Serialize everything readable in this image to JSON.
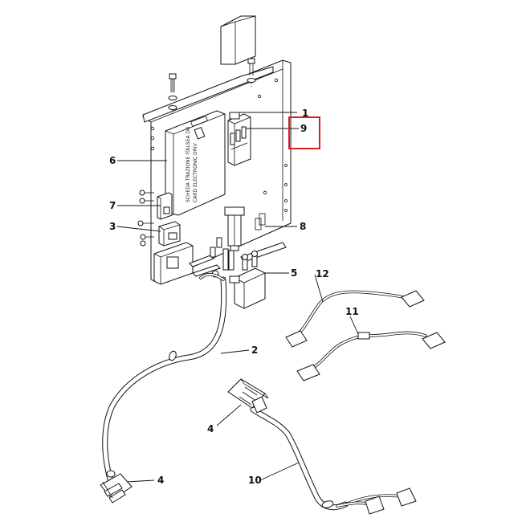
{
  "colors": {
    "line": "#111111",
    "background": "#ffffff",
    "highlight": "#dc1f26"
  },
  "board_label": {
    "line1": "SCHEDA TRAZIONE ITALSEA DB",
    "line2": "CARD ELECTRONIC DRIV"
  },
  "callouts": [
    {
      "id": "1",
      "label": "1"
    },
    {
      "id": "9",
      "label": "9",
      "highlighted": true
    },
    {
      "id": "6",
      "label": "6"
    },
    {
      "id": "7",
      "label": "7"
    },
    {
      "id": "8",
      "label": "8"
    },
    {
      "id": "3",
      "label": "3"
    },
    {
      "id": "5",
      "label": "5"
    },
    {
      "id": "12",
      "label": "12"
    },
    {
      "id": "11",
      "label": "11"
    },
    {
      "id": "2",
      "label": "2"
    },
    {
      "id": "4a",
      "label": "4"
    },
    {
      "id": "4b",
      "label": "4"
    },
    {
      "id": "10",
      "label": "10"
    }
  ]
}
